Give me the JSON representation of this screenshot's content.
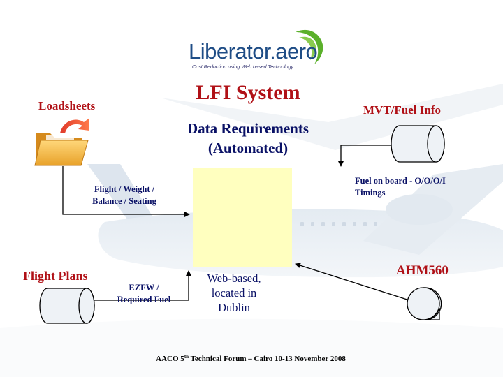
{
  "logo": {
    "name": "Liberator.aero",
    "tagline": "Cost Reduction using Web based Technology"
  },
  "title": "LFI System",
  "subtitle": "Data Requirements (Automated)",
  "sources": {
    "loadsheets": "Loadsheets",
    "mvt_fuel": "MVT/Fuel Info",
    "flight_plans": "Flight Plans",
    "ahm560": "AHM560"
  },
  "connectors": {
    "flight_weight": "Flight / Weight / Balance / Seating",
    "fuel_on_board": "Fuel on board - O/O/O/I Timings",
    "ezfw": "EZFW / Required Fuel"
  },
  "central": {
    "caption": "Web-based, located in Dublin"
  },
  "footer": {
    "prefix": "AACO 5",
    "superscript": "th",
    "suffix": " Technical Forum – Cairo 10-13 November  2008"
  },
  "colors": {
    "title_red": "#b01016",
    "navy": "#0a1166",
    "box_fill": "#ffffbf",
    "logo_blue": "#1f4d86",
    "logo_green": "#5bb02b"
  },
  "icons": [
    "folder-icon",
    "cylinder-icon",
    "disk-icon",
    "plane-watermark-icon"
  ]
}
